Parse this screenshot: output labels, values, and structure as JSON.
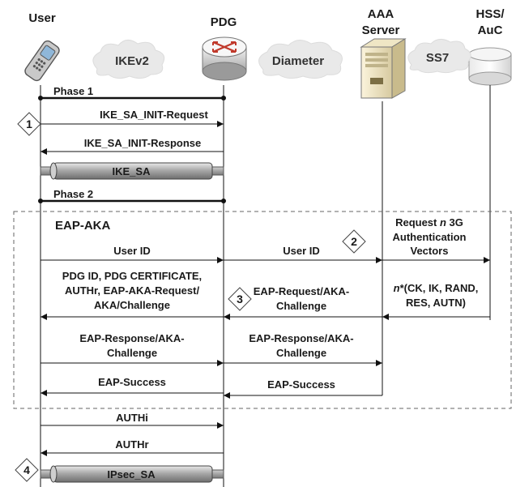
{
  "entities": {
    "user": "User",
    "pdg": "PDG",
    "aaa_line1": "AAA",
    "aaa_line2": "Server",
    "hss_line1": "HSS/",
    "hss_line2": "AuC"
  },
  "protocols": {
    "ikev2": "IKEv2",
    "diameter": "Diameter",
    "ss7": "SS7"
  },
  "phase1": "Phase 1",
  "phase2": "Phase 2",
  "steps": [
    "1",
    "2",
    "3",
    "4"
  ],
  "msgs": {
    "ike_init_req": "IKE_SA_INIT-Request",
    "ike_init_resp": "IKE_SA_INIT-Response",
    "ike_sa": "IKE_SA",
    "eap_aka": "EAP-AKA",
    "user_id_1": "User ID",
    "user_id_2": "User ID",
    "req_vec_1a": "Request ",
    "req_vec_1b": "n",
    "req_vec_1c": " 3G",
    "req_vec_2": "Authentication",
    "req_vec_3": "Vectors",
    "pdg_info_1": "PDG ID, PDG CERTIFICATE,",
    "pdg_info_2": "AUTHr, EAP-AKA-Request/",
    "pdg_info_3": "AKA/Challenge",
    "eap_req_1": "EAP-Request/AKA-",
    "eap_req_2": "Challenge",
    "vec_resp_1a": "n",
    "vec_resp_1b": "*(CK, IK, RAND,",
    "vec_resp_2": "RES, AUTN)",
    "eap_resp_a1": "EAP-Response/AKA-",
    "eap_resp_a2": "Challenge",
    "eap_resp_b1": "EAP-Response/AKA-",
    "eap_resp_b2": "Challenge",
    "eap_succ_1": "EAP-Success",
    "eap_succ_2": "EAP-Success",
    "authi": "AUTHi",
    "authr": "AUTHr",
    "ipsec_sa": "IPsec_SA"
  }
}
